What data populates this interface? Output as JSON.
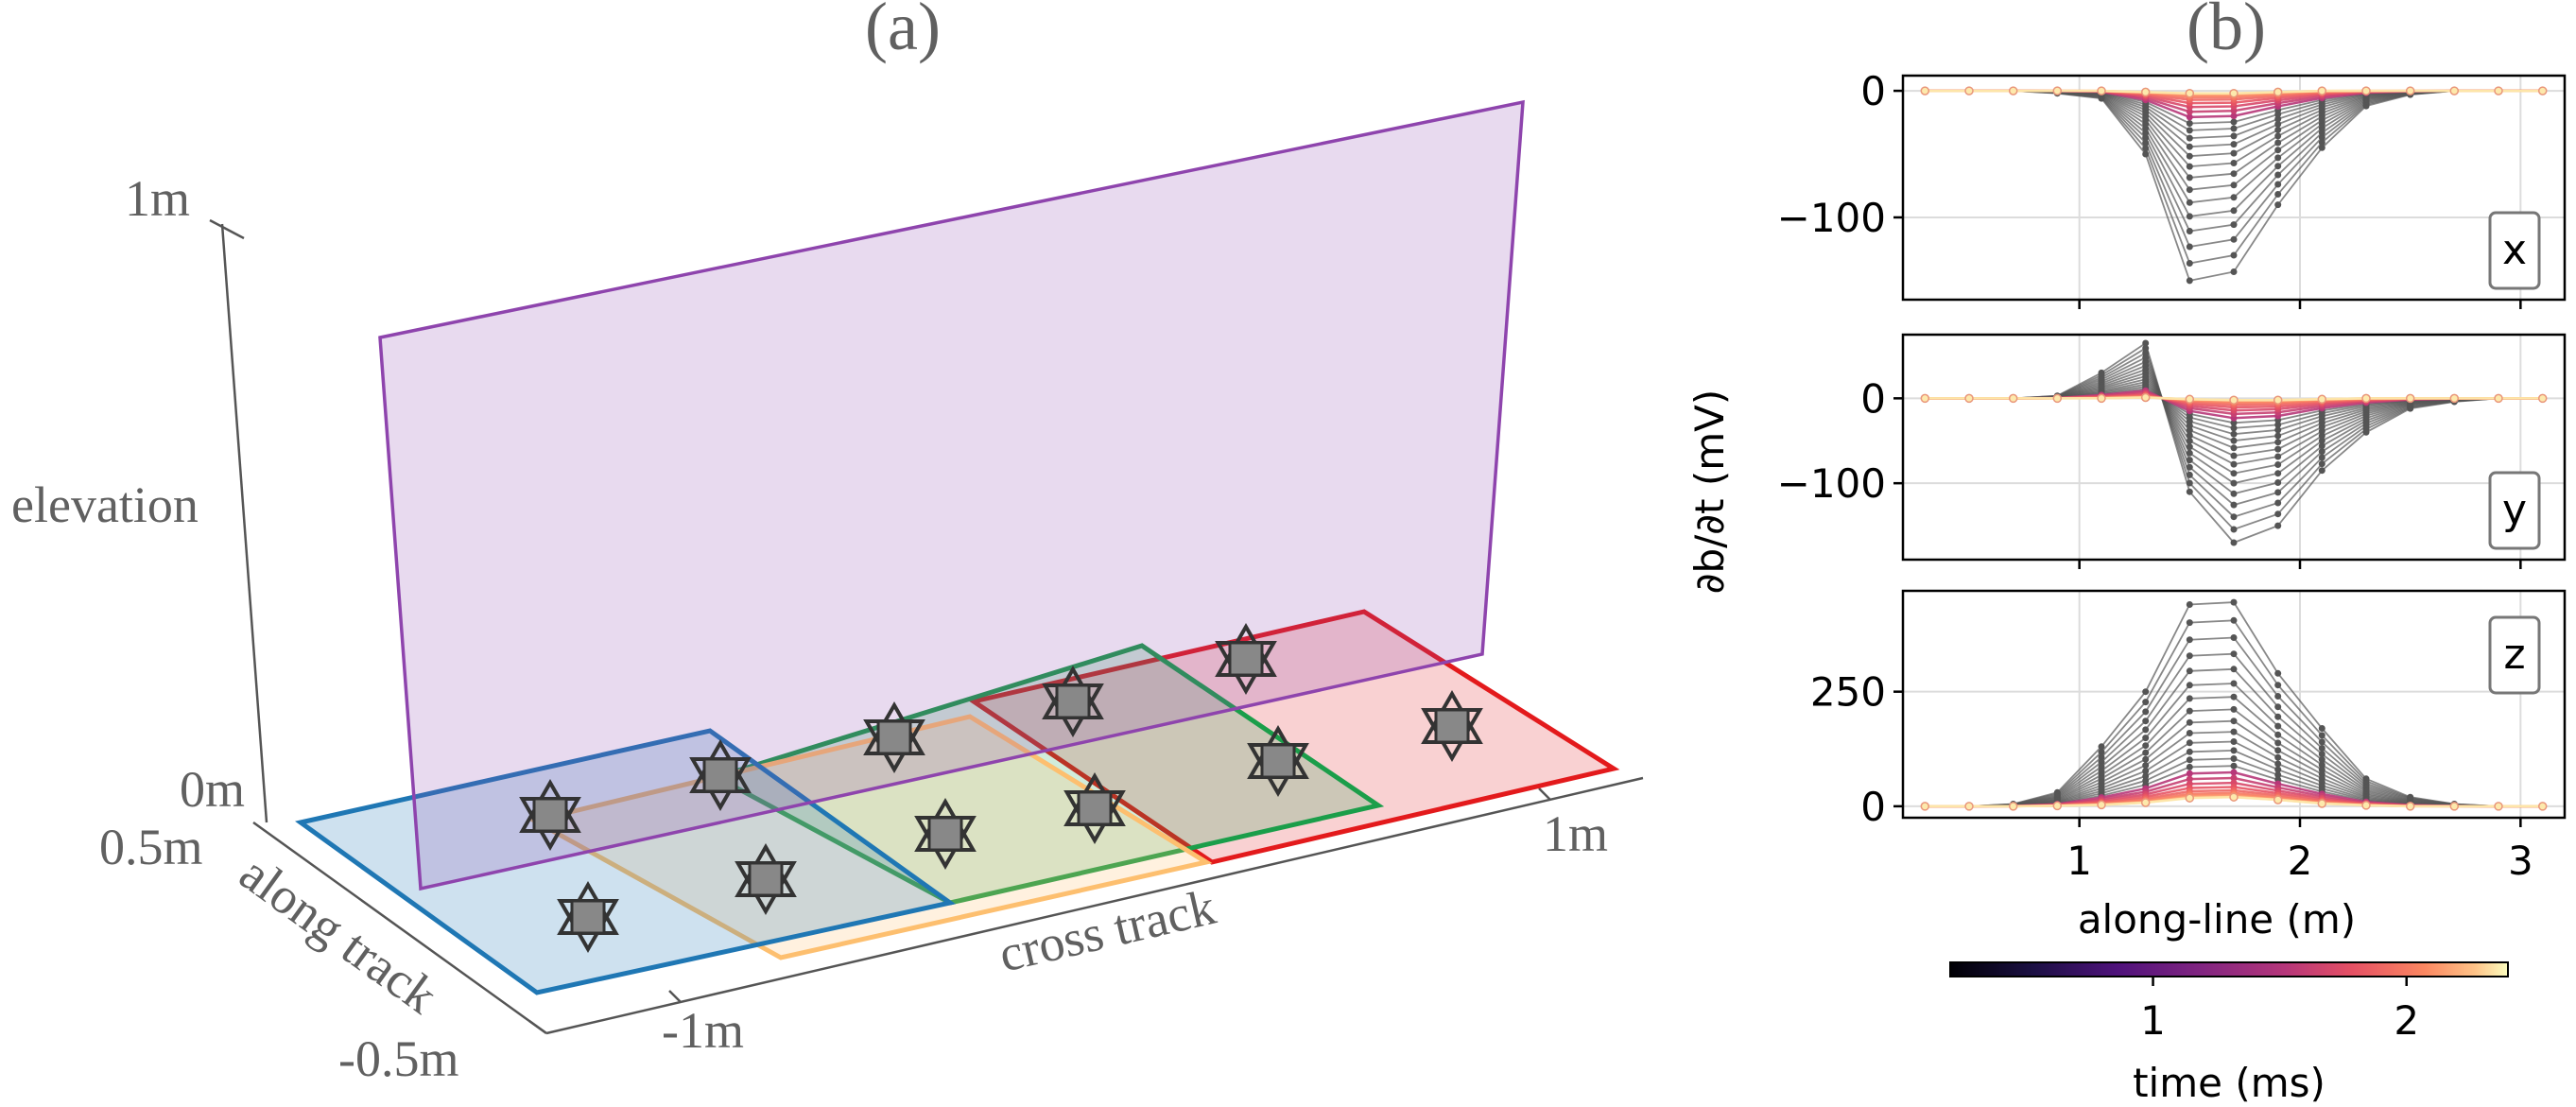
{
  "panel_a": {
    "label": "(a)",
    "axes": {
      "elevation_label": "elevation",
      "along_label": "along track",
      "cross_label": "cross track",
      "elev_ticks": [
        "1m",
        "0m"
      ],
      "along_ticks": [
        "0.5m",
        "-0.5m"
      ],
      "cross_ticks": [
        "-1m",
        "1m"
      ]
    },
    "plate_colors": {
      "plane": "#8e44ad",
      "blue": "#1f77b4",
      "orange": "#fdbf6f",
      "green": "#1b9e4a",
      "red": "#e31a1c"
    }
  },
  "chart_data": [
    {
      "type": "line",
      "label": "(b)",
      "ylabel": "∂b/∂t (mV)",
      "xlabel": "along-line (m)",
      "xlim": [
        0.2,
        3.2
      ],
      "xticks": [
        "1",
        "2",
        "3"
      ],
      "grid": true,
      "colorbar": {
        "label": "time (ms)",
        "ticks": [
          "1",
          "2"
        ],
        "range": [
          0.2,
          2.4
        ],
        "colormap": "magma"
      },
      "panels": [
        {
          "component": "x",
          "ylim": [
            -165,
            12
          ],
          "yticks": [
            "0",
            "−100"
          ],
          "x": [
            0.3,
            0.5,
            0.7,
            0.9,
            1.1,
            1.3,
            1.5,
            1.7,
            1.9,
            2.1,
            2.3,
            2.5,
            2.7,
            2.9,
            3.1
          ],
          "early": [
            0,
            0,
            0,
            -2,
            -6,
            -50,
            -150,
            -143,
            -90,
            -45,
            -12,
            -3,
            0,
            0,
            0
          ],
          "late": [
            0,
            0,
            0,
            0,
            0,
            -1,
            -2,
            -2,
            -1,
            0,
            0,
            0,
            0,
            0,
            0
          ]
        },
        {
          "component": "y",
          "ylim": [
            -190,
            75
          ],
          "yticks": [
            "0",
            "−100"
          ],
          "x": [
            0.3,
            0.5,
            0.7,
            0.9,
            1.1,
            1.3,
            1.5,
            1.7,
            1.9,
            2.1,
            2.3,
            2.5,
            2.7,
            2.9,
            3.1
          ],
          "early": [
            0,
            0,
            0,
            3,
            30,
            65,
            -110,
            -170,
            -150,
            -85,
            -40,
            -12,
            -4,
            0,
            0
          ],
          "late": [
            0,
            0,
            0,
            0,
            0,
            1,
            -1,
            -2,
            -2,
            -1,
            0,
            0,
            0,
            0,
            0
          ]
        },
        {
          "component": "z",
          "ylim": [
            -25,
            470
          ],
          "yticks": [
            "250",
            "0"
          ],
          "x": [
            0.3,
            0.5,
            0.7,
            0.9,
            1.1,
            1.3,
            1.5,
            1.7,
            1.9,
            2.1,
            2.3,
            2.5,
            2.7,
            2.9,
            3.1
          ],
          "early": [
            0,
            0,
            5,
            30,
            130,
            250,
            440,
            445,
            290,
            170,
            60,
            20,
            5,
            0,
            0
          ],
          "late": [
            0,
            0,
            0,
            1,
            3,
            8,
            18,
            20,
            14,
            6,
            2,
            0,
            0,
            0,
            0
          ]
        }
      ]
    }
  ]
}
